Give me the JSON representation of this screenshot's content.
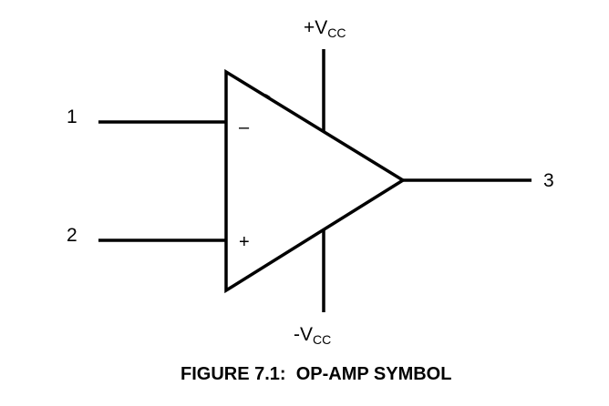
{
  "diagram": {
    "pins": {
      "inverting_pin": "1",
      "noninverting_pin": "2",
      "output_pin": "3"
    },
    "inputs": {
      "inverting_sign": "–",
      "noninverting_sign": "+"
    },
    "supply": {
      "positive_prefix": "+V",
      "positive_subscript": "CC",
      "negative_prefix": "-V",
      "negative_subscript": "CC"
    },
    "caption": "FIGURE 7.1:  OP-AMP SYMBOL"
  }
}
